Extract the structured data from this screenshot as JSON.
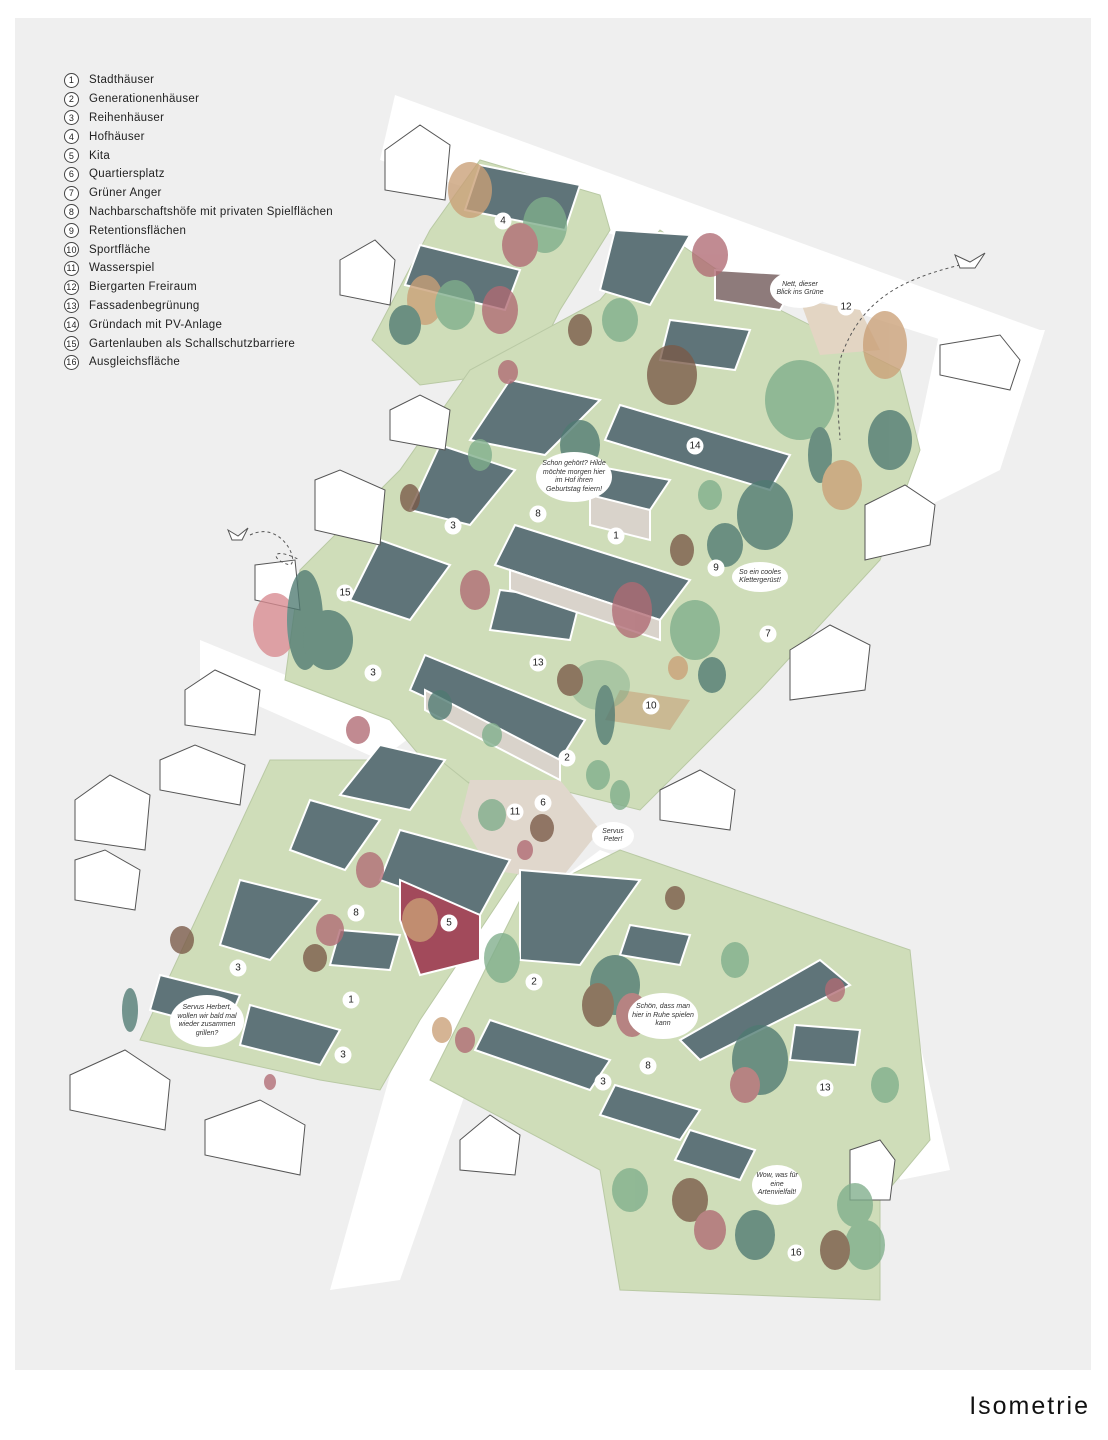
{
  "legend": [
    {
      "num": "1",
      "label": "Stadthäuser"
    },
    {
      "num": "2",
      "label": "Generationenhäuser"
    },
    {
      "num": "3",
      "label": "Reihenhäuser"
    },
    {
      "num": "4",
      "label": "Hofhäuser"
    },
    {
      "num": "5",
      "label": "Kita"
    },
    {
      "num": "6",
      "label": "Quartiersplatz"
    },
    {
      "num": "7",
      "label": "Grüner Anger"
    },
    {
      "num": "8",
      "label": "Nachbarschaftshöfe mit privaten Spielflächen"
    },
    {
      "num": "9",
      "label": "Retentionsflächen"
    },
    {
      "num": "10",
      "label": "Sportfläche"
    },
    {
      "num": "11",
      "label": "Wasserspiel"
    },
    {
      "num": "12",
      "label": "Biergarten Freiraum"
    },
    {
      "num": "13",
      "label": "Fassadenbegrünung"
    },
    {
      "num": "14",
      "label": "Gründach mit PV-Anlage"
    },
    {
      "num": "15",
      "label": "Gartenlauben als Schallschutzbarriere"
    },
    {
      "num": "16",
      "label": "Ausgleichsfläche"
    }
  ],
  "markers": [
    "4",
    "12",
    "14",
    "8",
    "3",
    "1",
    "9",
    "15",
    "7",
    "3",
    "13",
    "10",
    "2",
    "11",
    "6",
    "8",
    "5",
    "3",
    "2",
    "1",
    "8",
    "3",
    "3",
    "13",
    "16"
  ],
  "bubbles": [
    "Nett, dieser Blick ins Grüne",
    "Schon gehört? Hilde möchte morgen hier im Hof ihren Geburtstag feiern!",
    "So ein cooles Klettergerüst!",
    "Servus Peter!",
    "Servus Herbert, wollen wir bald mal wieder zusammen grillen?",
    "Schön, dass man hier in Ruhe spielen kann",
    "Wow, was für eine Artenvielfalt!"
  ],
  "title": "Isometrie",
  "colors": {
    "background": "#efefef",
    "ground": "#cfddb9",
    "roof": "#5f7479",
    "tree_green": "#7fae8b",
    "tree_dark": "#4f7a72",
    "tree_red": "#b06a73",
    "tree_brown": "#7a5a48",
    "tree_ochre": "#caa077"
  }
}
